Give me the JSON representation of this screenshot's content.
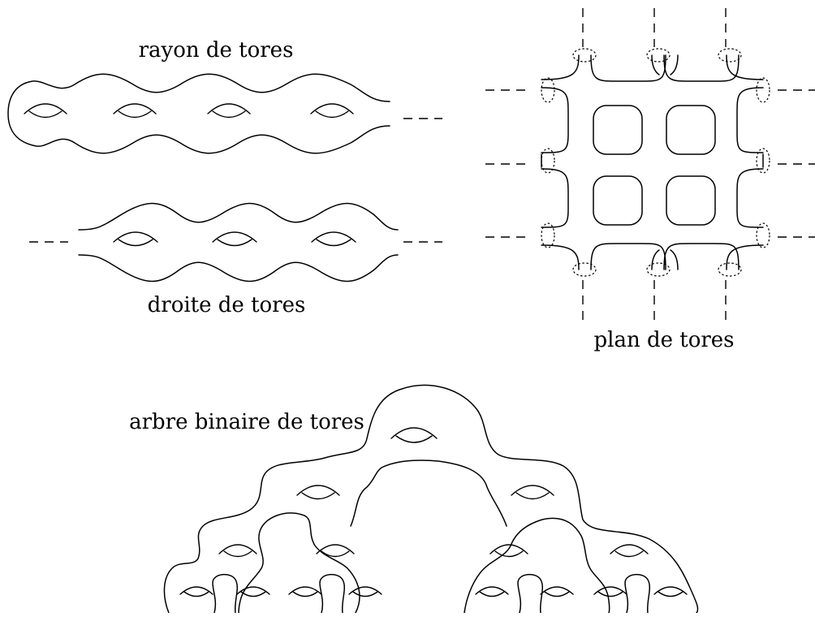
{
  "labels": {
    "ray": "rayon de tores",
    "line": "droite de tores",
    "plane": "plan de tores",
    "tree": "arbre binaire de tores"
  }
}
